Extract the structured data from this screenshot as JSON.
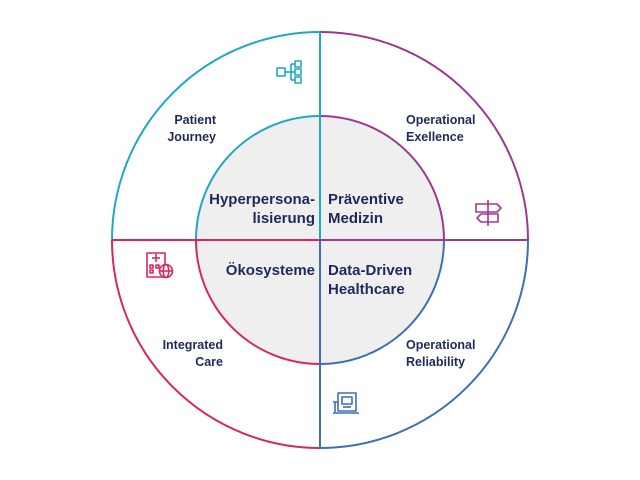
{
  "colors": {
    "top_left": "#20a7c2",
    "top_right": "#a0388f",
    "bottom_left": "#d9265f",
    "bottom_right": "#3f6fb7",
    "inner_fill": "#efefef",
    "text": "#1f2a5c"
  },
  "outer": {
    "top_left": {
      "line1": "Patient",
      "line2": "Journey",
      "icon": "network-hierarchy-icon"
    },
    "top_right": {
      "line1": "Operational",
      "line2": "Exellence",
      "icon": "signpost-icon"
    },
    "bottom_left": {
      "line1": "Integrated",
      "line2": "Care",
      "icon": "hospital-globe-icon"
    },
    "bottom_right": {
      "line1": "Operational",
      "line2": "Reliability",
      "icon": "medical-monitor-icon"
    }
  },
  "inner": {
    "top_left": {
      "line1": "Hyperpersona-",
      "line2": "lisierung"
    },
    "top_right": {
      "line1": "Präventive",
      "line2": "Medizin"
    },
    "bottom_left": {
      "line1": "Ökosysteme"
    },
    "bottom_right": {
      "line1": "Data-Driven",
      "line2": "Healthcare"
    }
  }
}
